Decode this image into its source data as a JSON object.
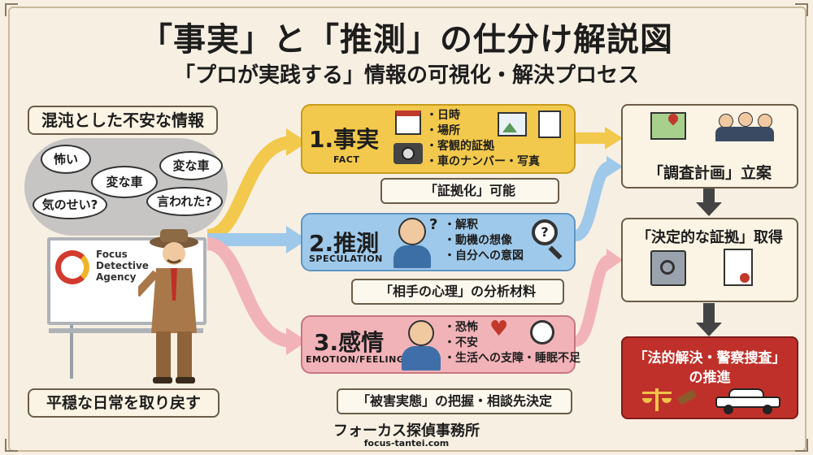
{
  "title": "「事実」と「推測」の仕分け解説図",
  "subtitle": "「プロが実践する」情報の可視化・解決プロセス",
  "left": {
    "top_label": "混沌とした不安な情報",
    "bubbles": [
      "怖い",
      "変な車",
      "変な車",
      "気のせい?",
      "言われた?"
    ],
    "board_logo": [
      "Focus",
      "Detective",
      "Agency"
    ],
    "bottom_label": "平穏な日常を取り戻す"
  },
  "fact": {
    "title": "1.事実",
    "sub": "FACT",
    "bullets": [
      "・日時",
      "・場所",
      "・客観的証拠",
      "・車のナンバー・写真"
    ],
    "note": "「証拠化」可能",
    "color": "#f2c94c"
  },
  "spec": {
    "title": "2.推測",
    "sub": "SPECULATION",
    "bullets": [
      "・解釈",
      "・動機の想像",
      "・自分への意図"
    ],
    "note": "「相手の心理」の分析材料",
    "color": "#9ec9ea"
  },
  "emo": {
    "title": "3.感情",
    "sub": "EMOTION/FEELING",
    "bullets": [
      "・恐怖",
      "・不安",
      "・生活への支障・睡眠不足"
    ],
    "note": "「被害実態」の把握・相談先決定",
    "color": "#f2b3b8"
  },
  "right": {
    "plan": "「調査計画」立案",
    "evidence": "「決定的な証拠」取得",
    "legal_line1": "「法的解決・警察捜査」",
    "legal_line2": "の推進"
  },
  "footer": {
    "name": "フォーカス探偵事務所",
    "url": "focus-tantei.com"
  }
}
